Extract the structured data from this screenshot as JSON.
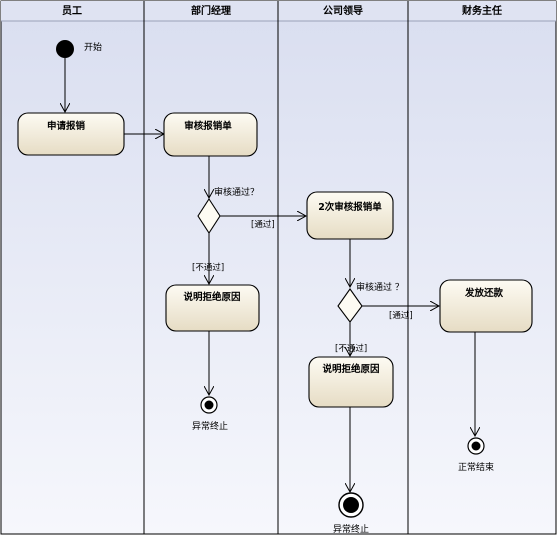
{
  "lanes": {
    "employee": "员工",
    "dept_manager": "部门经理",
    "company_leader": "公司领导",
    "finance_director": "财务主任"
  },
  "nodes": {
    "start_label": "开始",
    "submit_claim": "申请报销",
    "review_claim": "审核报销单",
    "second_review": "2次审核报销单",
    "explain_reject_1": "说明拒绝原因",
    "explain_reject_2": "说明拒绝原因",
    "pay_out": "发放还款",
    "abnormal_end_1": "异常终止",
    "abnormal_end_2": "异常终止",
    "normal_end": "正常结束"
  },
  "decisions": {
    "d1_question": "审核通过？",
    "d2_question": "审核通过 ？"
  },
  "guards": {
    "d1_pass": "[通过]",
    "d1_fail": "[不通过]",
    "d2_pass": "[通过]",
    "d2_fail": "[不通过]"
  },
  "colors": {
    "lane_bg_top": "#d9def0",
    "lane_bg_bottom": "#f6f7fc",
    "node_fill_top": "#fdfbf3",
    "node_fill_bottom": "#e6dcc4"
  }
}
